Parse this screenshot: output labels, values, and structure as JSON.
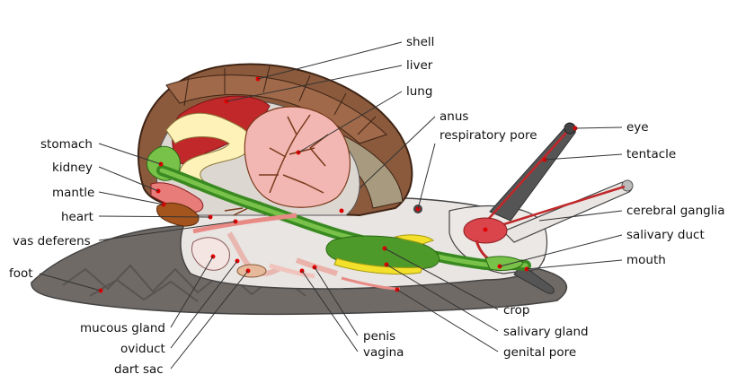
{
  "labels": {
    "shell": "shell",
    "liver": "liver",
    "lung": "lung",
    "anus": "anus",
    "respiratory_pore": "respiratory pore",
    "eye": "eye",
    "tentacle": "tentacle",
    "cerebral_ganglia": "cerebral ganglia",
    "salivary_duct": "salivary duct",
    "mouth": "mouth",
    "stomach": "stomach",
    "kidney": "kidney",
    "mantle": "mantle",
    "heart": "heart",
    "vas_deferens": "vas deferens",
    "foot": "foot",
    "mucous_gland": "mucous gland",
    "oviduct": "oviduct",
    "dart_sac": "dart sac",
    "penis": "penis",
    "vagina": "vagina",
    "crop": "crop",
    "salivary_gland": "salivary gland",
    "genital_pore": "genital pore"
  },
  "colors": {
    "body_outline": "#444444",
    "body_fill": "#e9e5e2",
    "foot": "#6f6a66",
    "shell_outer": "#8b5a3c",
    "shell_band": "#a0694a",
    "shell_light": "#a89a7e",
    "liver": "#c0282a",
    "lung": "#f2b7b2",
    "lung_vessels": "#7a3a1c",
    "intestine": "#fff2b8",
    "gut_green": "#3a8a22",
    "gut_green_light": "#79c24a",
    "gland_yellow": "#f2e02a",
    "kidney": "#e77c79",
    "heart": "#a4551e",
    "tentacle": "#555555",
    "dot": "#e00000"
  }
}
